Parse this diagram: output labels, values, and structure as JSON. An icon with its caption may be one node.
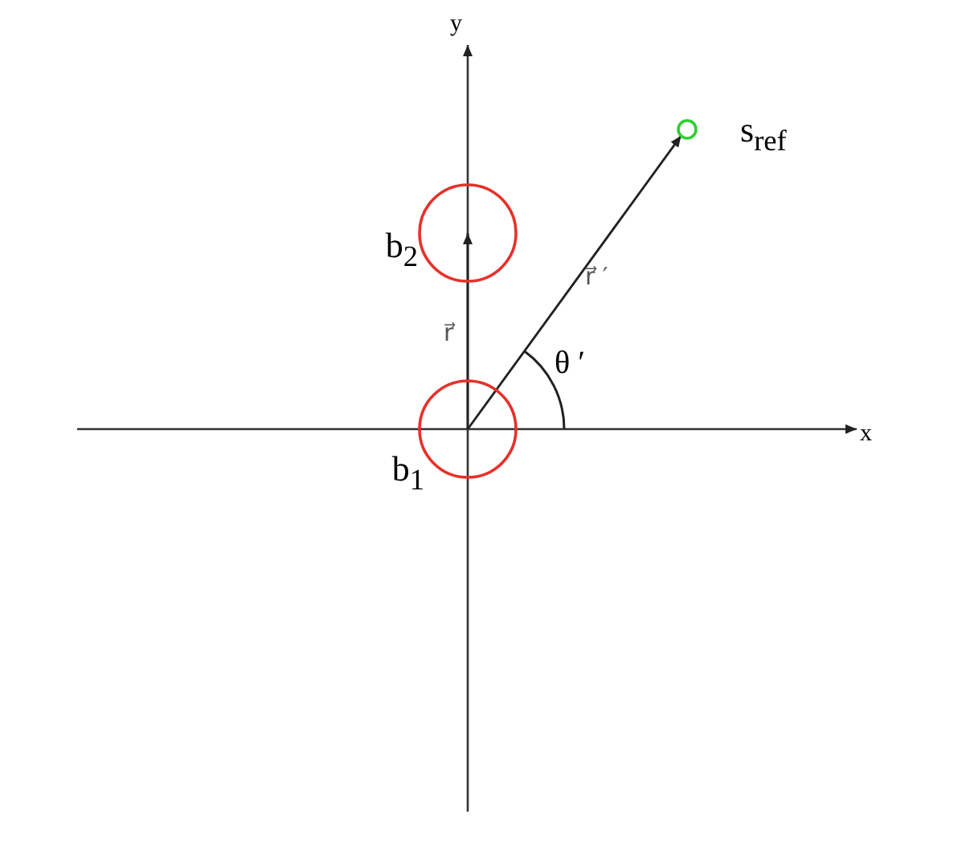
{
  "diagram": {
    "nodes": [
      {
        "text": [
          "b$_{1}$"
        ]
      },
      {
        "text": [
          "b$_{2}$"
        ]
      },
      {
        "text": [
          "s$_{ref}$"
        ]
      }
    ],
    "edges": [
      {
        "from": 0,
        "to": 1,
        "arrow": "to",
        "label": "r⃗"
      },
      {
        "from": 0,
        "to": 2,
        "arrow": "to",
        "label": "r⃗ ′"
      }
    ],
    "labels": [
      "y",
      "x",
      "θ ′"
    ]
  }
}
